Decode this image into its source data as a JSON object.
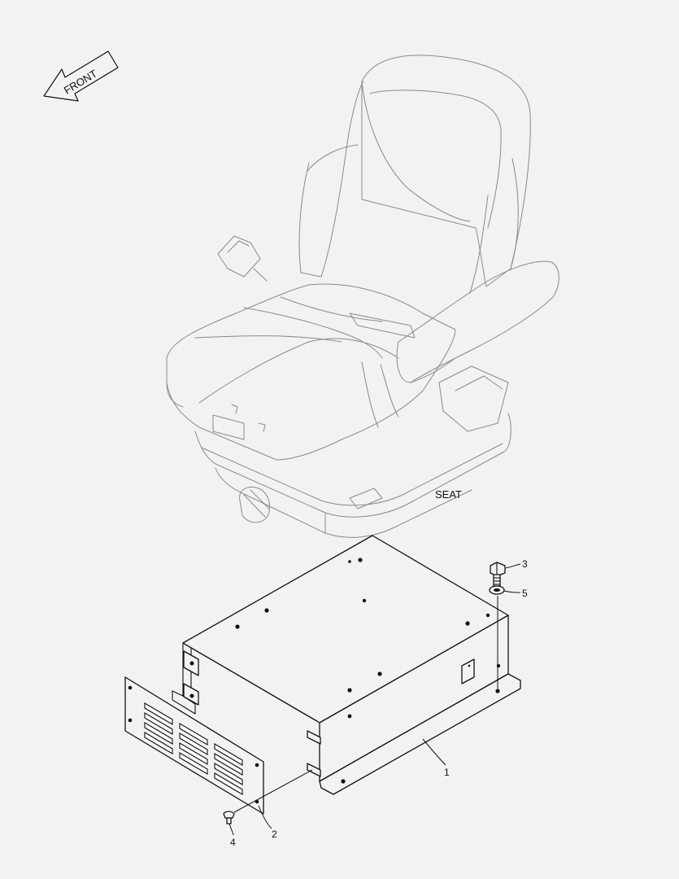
{
  "diagram": {
    "front_arrow_label": "FRONT",
    "seat_label": "SEAT",
    "callouts": [
      {
        "id": "1"
      },
      {
        "id": "2"
      },
      {
        "id": "3"
      },
      {
        "id": "4"
      },
      {
        "id": "5"
      }
    ]
  },
  "colors": {
    "background": "#f2f2f2",
    "seat_outline": "#8a8a8a",
    "part_outline": "#111111"
  }
}
